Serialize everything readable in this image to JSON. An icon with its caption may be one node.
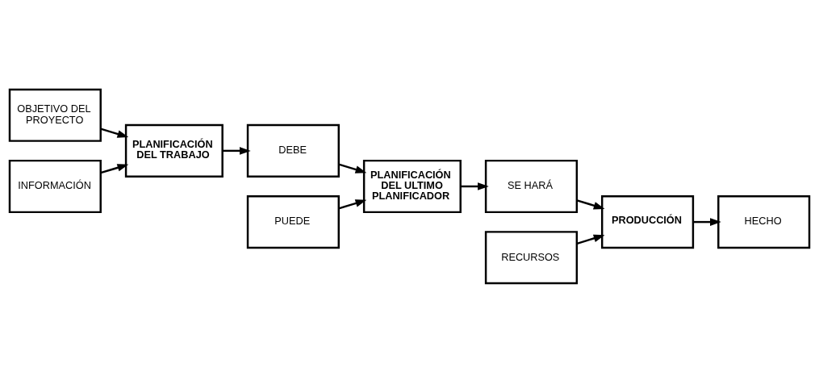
{
  "diagram": {
    "nodes": [
      {
        "text": [
          "OBJETIVO DEL PROYECTO"
        ]
      },
      {
        "text": [
          "INFORMACIÓN"
        ]
      },
      {
        "text": [
          "PLANIFICACIÓN DEL TRABAJO"
        ]
      },
      {
        "text": [
          "DEBE"
        ]
      },
      {
        "text": [
          "PUEDE"
        ]
      },
      {
        "text": [
          "PLANIFICACIÓN DEL ULTIMO PLANIFICADOR"
        ]
      },
      {
        "text": [
          "SE HARÁ"
        ]
      },
      {
        "text": [
          "RECURSOS"
        ]
      },
      {
        "text": [
          "PRODUCCIÓN"
        ]
      },
      {
        "text": [
          "HECHO"
        ]
      }
    ],
    "edges": [
      {
        "from": 0,
        "to": 2,
        "arrow": "to"
      },
      {
        "from": 1,
        "to": 2,
        "arrow": "to"
      },
      {
        "from": 2,
        "to": 3,
        "arrow": "to"
      },
      {
        "from": 3,
        "to": 5,
        "arrow": "to"
      },
      {
        "from": 4,
        "to": 5,
        "arrow": "to"
      },
      {
        "from": 5,
        "to": 6,
        "arrow": "to"
      },
      {
        "from": 6,
        "to": 8,
        "arrow": "to"
      },
      {
        "from": 7,
        "to": 8,
        "arrow": "to"
      },
      {
        "from": 8,
        "to": 9,
        "arrow": "to"
      }
    ]
  }
}
